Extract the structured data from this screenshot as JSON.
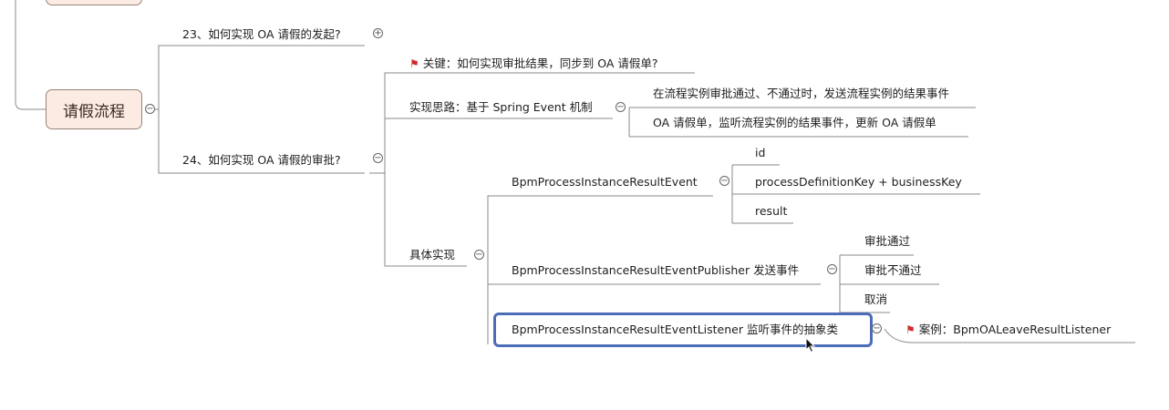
{
  "root": {
    "label": "请假流程"
  },
  "nodes": {
    "q23": "23、如何实现 OA 请假的发起?",
    "q24": "24、如何实现 OA 请假的审批?",
    "key": "关键：如何实现审批结果，同步到 OA 请假单?",
    "idea": "实现思路：基于 Spring Event 机制",
    "idea_a": "在流程实例审批通过、不通过时，发送流程实例的结果事件",
    "idea_b": "OA 请假单，监听流程实例的结果事件，更新 OA 请假单",
    "impl": "具体实现",
    "event": "BpmProcessInstanceResultEvent",
    "f_id": "id",
    "f_key": "processDefinitionKey + businessKey",
    "f_result": "result",
    "publisher": "BpmProcessInstanceResultEventPublisher 发送事件",
    "r_pass": "审批通过",
    "r_fail": "审批不通过",
    "r_cancel": "取消",
    "listener": "BpmProcessInstanceResultEventListener 监听事件的抽象类",
    "example": "案例：BpmOALeaveResultListener"
  },
  "colors": {
    "line": "#8a8a8a",
    "root_fill": "#fcebe3",
    "root_border": "#9a8478",
    "flag": "#d42a2a",
    "highlight": "#4b6cb7"
  }
}
